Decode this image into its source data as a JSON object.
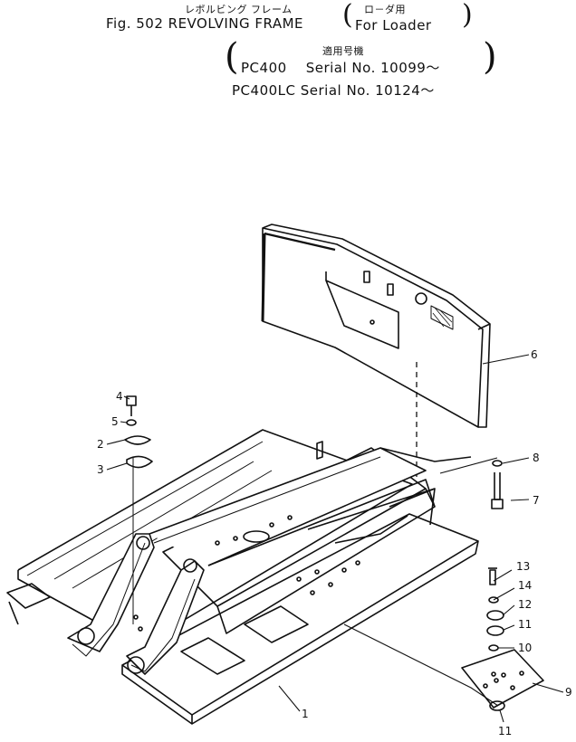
{
  "header": {
    "title_jp": "レボルビング フレーム",
    "title_jp_variant": "ロ－ダ用",
    "fig": "Fig. 502 REVOLVING FRAME",
    "variant": "For Loader",
    "applicable_jp": "適用号機",
    "serials": [
      "PC400    Serial No. 10099～",
      "PC400LC Serial No. 10124～"
    ]
  },
  "parts": [
    {
      "no": "1"
    },
    {
      "no": "2"
    },
    {
      "no": "3"
    },
    {
      "no": "4"
    },
    {
      "no": "5"
    },
    {
      "no": "6"
    },
    {
      "no": "7"
    },
    {
      "no": "8"
    },
    {
      "no": "9"
    },
    {
      "no": "10"
    },
    {
      "no": "11"
    },
    {
      "no": "12"
    },
    {
      "no": "13"
    },
    {
      "no": "14"
    },
    {
      "no": "11"
    }
  ]
}
